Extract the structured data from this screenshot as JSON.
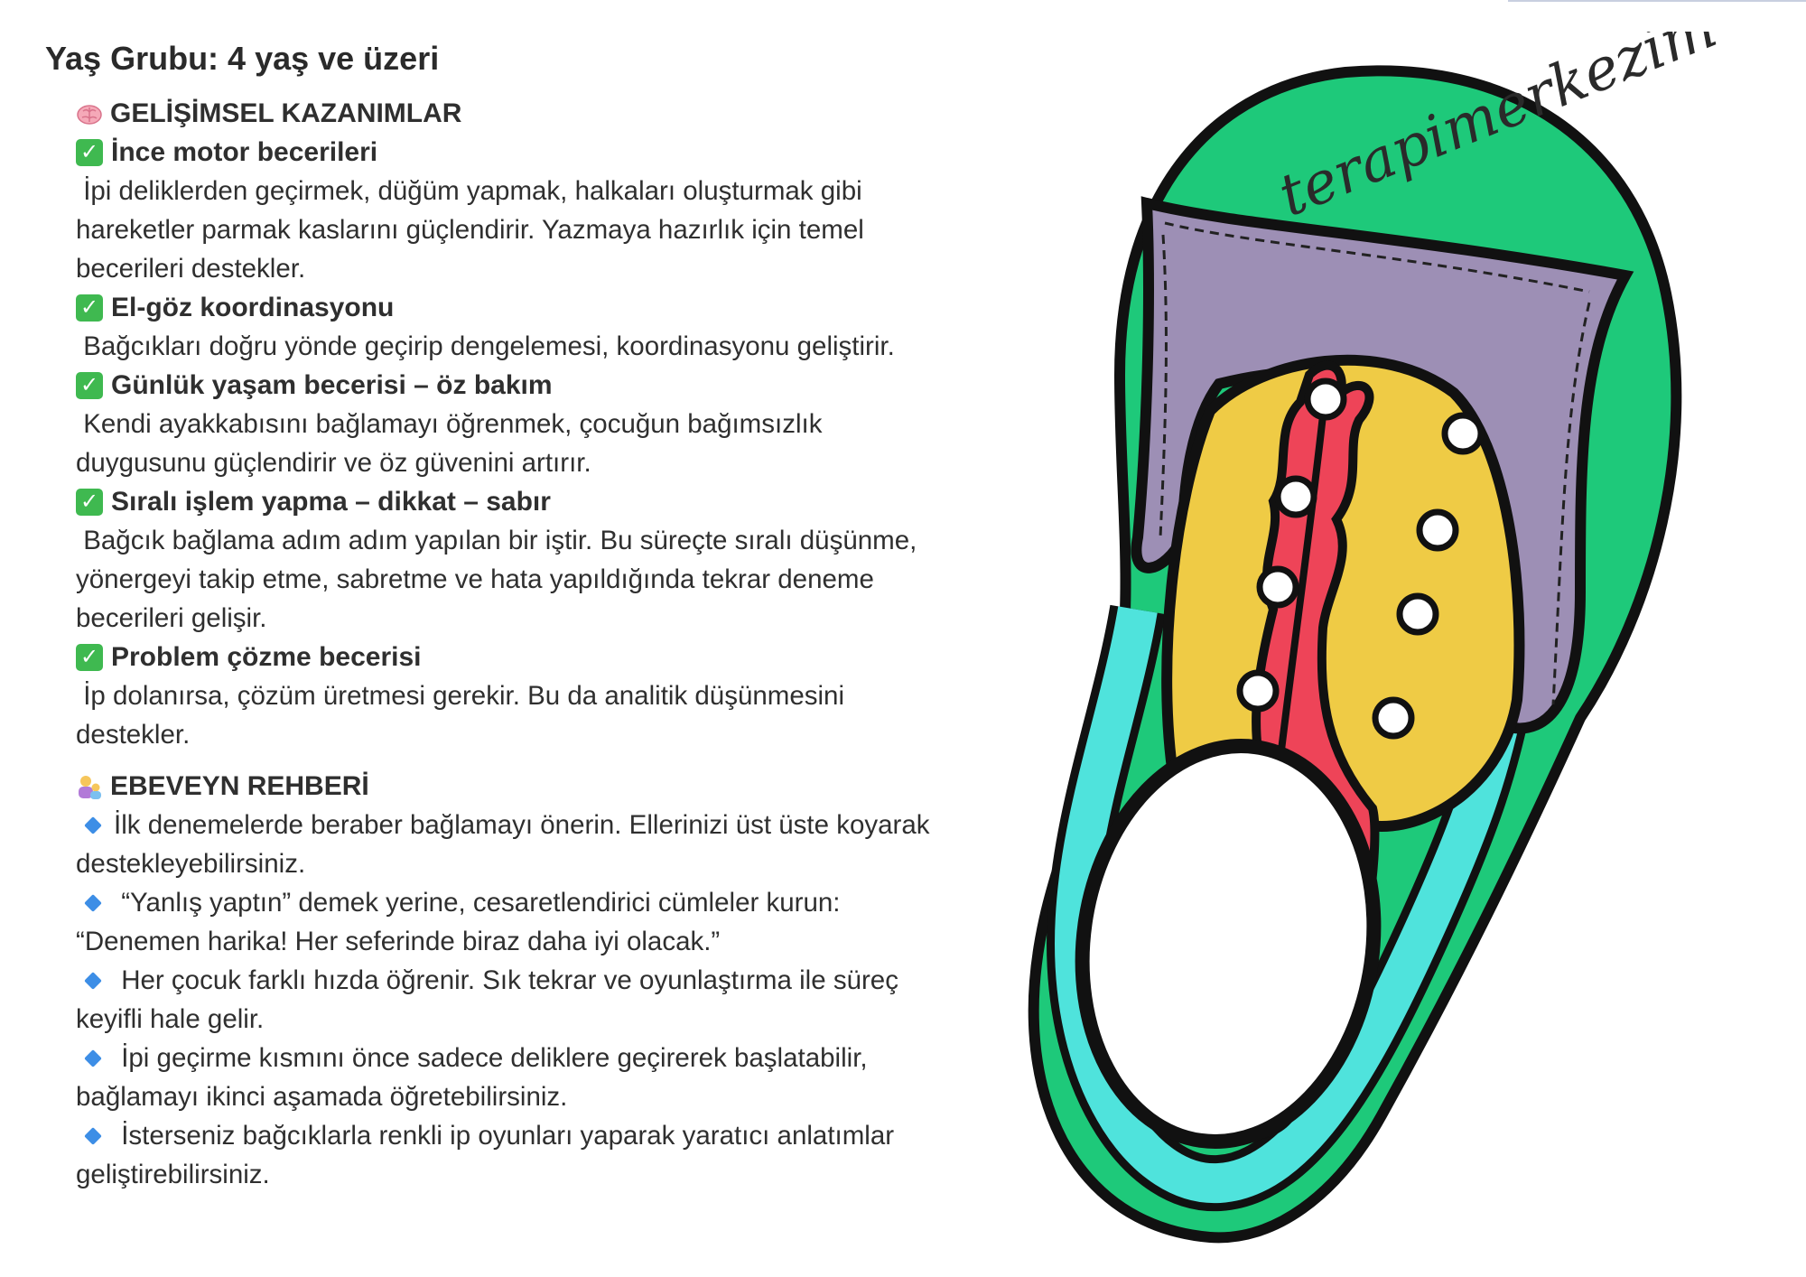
{
  "header": {
    "age_title": "Yaş Grubu: 4 yaş ve üzeri"
  },
  "development": {
    "title": "GELİŞİMSEL KAZANIMLAR",
    "emoji_icon": "brain-icon",
    "items": [
      {
        "title": "İnce motor becerileri",
        "body": " İpi deliklerden geçirmek, düğüm yapmak, halkaları oluşturmak gibi\nhareketler parmak kaslarını güçlendirir. Yazmaya hazırlık için temel\nbecerileri destekler."
      },
      {
        "title": "El-göz koordinasyonu",
        "body": " Bağcıkları doğru yönde geçirip dengelemesi, koordinasyonu geliştirir."
      },
      {
        "title": "Günlük yaşam becerisi – öz bakım",
        "body": " Kendi ayakkabısını bağlamayı öğrenmek, çocuğun bağımsızlık\nduygusunu güçlendirir ve öz güvenini artırır."
      },
      {
        "title": "Sıralı işlem yapma – dikkat – sabır",
        "body": " Bağcık bağlama adım adım yapılan bir iştir. Bu süreçte sıralı düşünme,\nyönergeyi takip etme, sabretme ve hata yapıldığında tekrar deneme\nbecerileri gelişir."
      },
      {
        "title": "Problem çözme becerisi",
        "body": " İp dolanırsa, çözüm üretmesi gerekir. Bu da analitik düşünmesini\ndestekler."
      }
    ]
  },
  "guide": {
    "title": "EBEVEYN REHBERİ",
    "emoji_icon": "family-icon",
    "tips": [
      {
        "line1": "İlk denemelerde beraber bağlamayı önerin. Ellerinizi üst üste koyarak",
        "line2": "destekleyebilirsiniz."
      },
      {
        "line1": " “Yanlış yaptın” demek yerine, cesaretlendirici cümleler kurun:",
        "line2": "“Denemen harika! Her seferinde biraz daha iyi olacak.”"
      },
      {
        "line1": " Her çocuk farklı hızda öğrenir. Sık tekrar ve oyunlaştırma ile süreç",
        "line2": "keyifli hale gelir."
      },
      {
        "line1": " İpi geçirme kısmını önce sadece deliklere geçirerek başlatabilir,",
        "line2": "bağlamayı ikinci aşamada öğretebilirsiniz."
      },
      {
        "line1": " İsterseniz bağcıklarla renkli ip oyunları yaparak yaratıcı anlatımlar",
        "line2": "geliştirebilirsiniz."
      }
    ]
  },
  "illustration": {
    "watermark": "terapimerkezim",
    "colors": {
      "sole": "#1ec97a",
      "tongue": "#9d8fb5",
      "upper": "#efcb45",
      "lace": "#ee4458",
      "cyan": "#4fe3dc",
      "outline": "#111111"
    }
  }
}
